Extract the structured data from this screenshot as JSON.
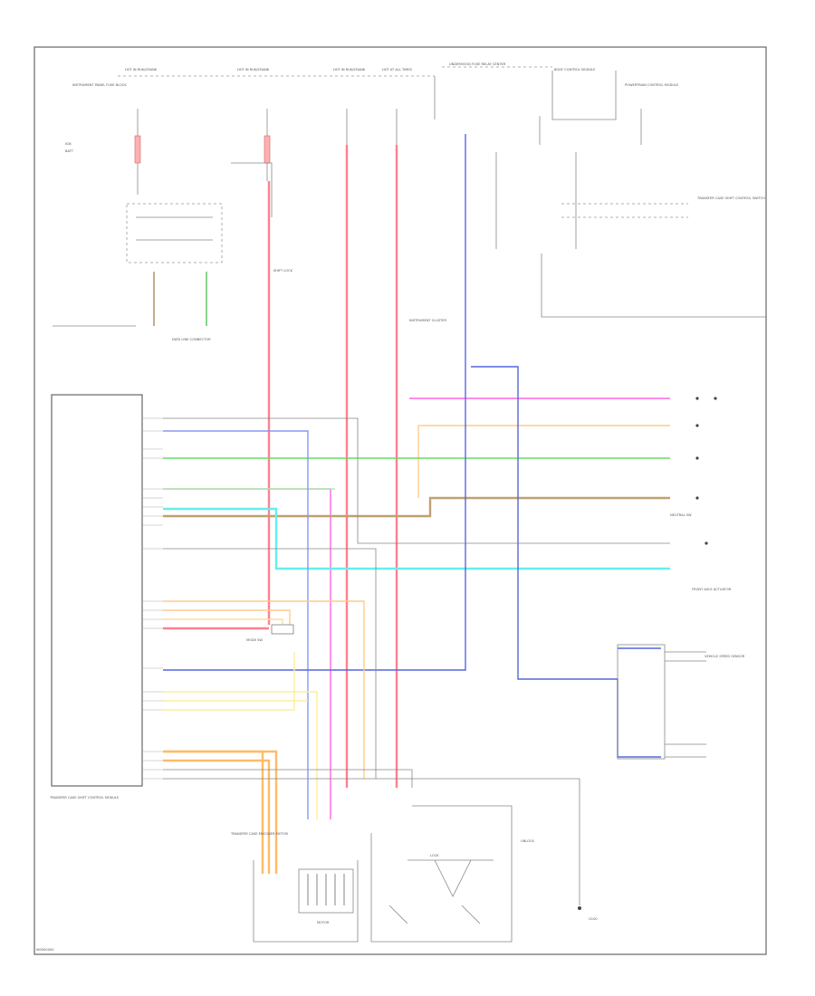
{
  "diagram": {
    "figure_id": "W0000000",
    "labels": {
      "hot_run_1": "HOT IN RUN/CRANK",
      "hot_run_2": "HOT IN RUN/CRANK",
      "hot_run_3": "HOT IN RUN/CRANK",
      "hot_at_all": "HOT AT ALL TIMES",
      "underhood_fuse": "UNDERHOOD FUSE RELAY CENTER",
      "instrument_panel_fuse": "INSTRUMENT PANEL FUSE BLOCK",
      "transfer_case_module": "TRANSFER CASE SHIFT CONTROL MODULE",
      "body_control": "BODY CONTROL MODULE",
      "instrument_cluster": "INSTRUMENT CLUSTER",
      "tcm_shift_switch": "TRANSFER CASE SHIFT CONTROL SWITCH",
      "transfer_case_encoder": "TRANSFER CASE ENCODER MOTOR",
      "front_axle_actuator": "FRONT AXLE ACTUATOR",
      "ground": "G100",
      "neutral_sw": "NEUTRAL SW",
      "shift_lock": "SHIFT LOCK",
      "vehicle_speed": "VEHICLE SPEED SENSOR",
      "mode_sw": "MODE SW",
      "data_link": "DATA LINK CONNECTOR",
      "pcm": "POWERTRAIN CONTROL MODULE",
      "ign": "IGN",
      "batt": "BATT",
      "motor": "MOTOR",
      "lock": "LOCK",
      "unlock": "UNLOCK"
    }
  }
}
